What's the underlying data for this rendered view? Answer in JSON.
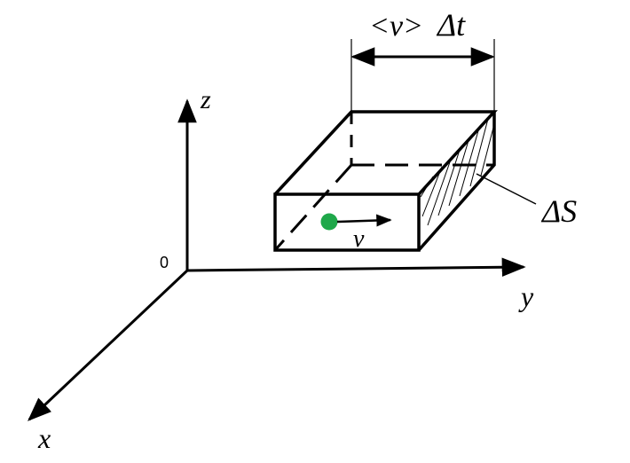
{
  "labels": {
    "axis_z": "z",
    "axis_y": "y",
    "axis_x": "x",
    "origin": "0",
    "velocity": "v",
    "area": "ΔS",
    "width_v": "<v>",
    "width_dt": "Δt"
  },
  "colors": {
    "ink": "#000000",
    "particle": "#1fa84a"
  }
}
